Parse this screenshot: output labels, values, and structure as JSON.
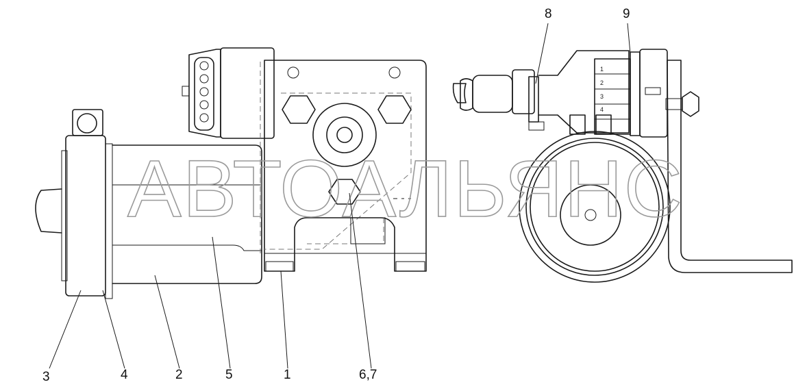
{
  "watermark": "АВТОАЛЬЯНС",
  "callouts": {
    "c1": "1",
    "c2": "2",
    "c3": "3",
    "c4": "4",
    "c5": "5",
    "c67": "6,7",
    "c8": "8",
    "c9": "9"
  },
  "connector_pins": [
    "1",
    "2",
    "3",
    "4"
  ],
  "colors": {
    "line": "#1a1a1a",
    "watermark": "#9a9a9a",
    "background": "#ffffff"
  }
}
